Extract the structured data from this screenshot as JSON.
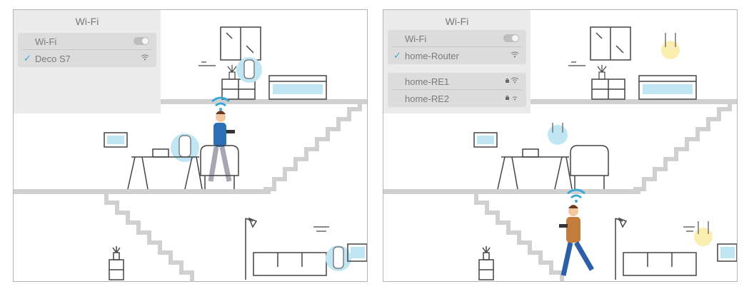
{
  "left_panel": {
    "popup": {
      "title": "Wi-Fi",
      "wifi_label": "Wi-Fi",
      "connected_network": "Deco S7",
      "check_mark": "✓"
    }
  },
  "right_panel": {
    "popup": {
      "title": "Wi-Fi",
      "wifi_label": "Wi-Fi",
      "connected_network": "home-Router",
      "check_mark": "✓",
      "other_networks": [
        "home-RE1",
        "home-RE2"
      ]
    }
  },
  "colors": {
    "accent_blue": "#3aa7d6",
    "deco_glow": "#bfe6f2",
    "router_glow": "#fbeeb1",
    "shirt_blue": "#2c6fb7",
    "shirt_orange": "#c47c3c",
    "line_gray": "#d0d0d0"
  }
}
